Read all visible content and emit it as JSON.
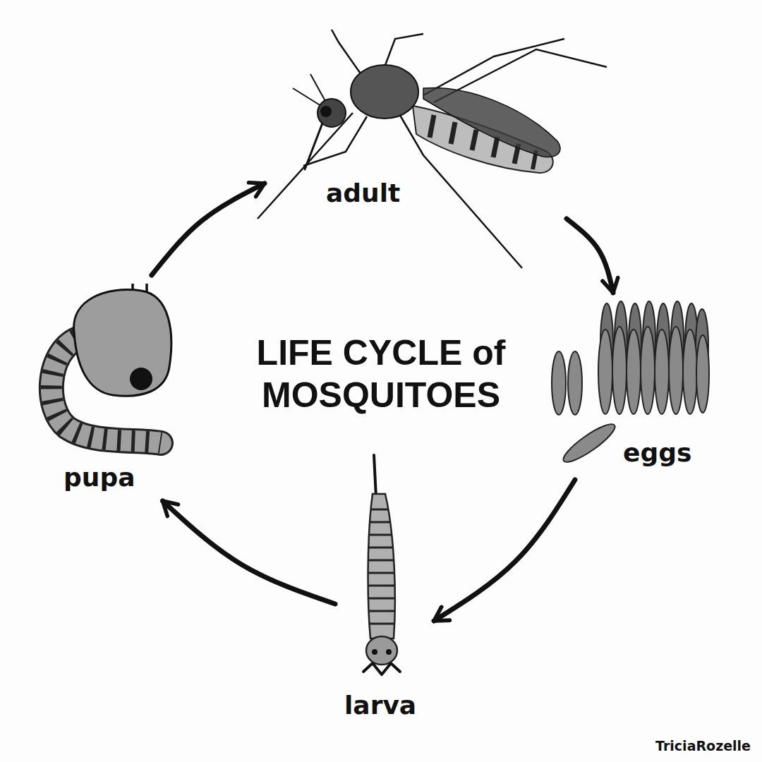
{
  "diagram": {
    "title": "LIFE CYCLE of MOSQUITOES",
    "nodes": [
      {
        "text": [
          "adult"
        ]
      },
      {
        "text": [
          "eggs"
        ]
      },
      {
        "text": [
          "larva"
        ]
      },
      {
        "text": [
          "pupa"
        ]
      }
    ],
    "edges": [
      {
        "from": 0,
        "to": 1,
        "arrow": "to"
      },
      {
        "from": 1,
        "to": 2,
        "arrow": "to"
      },
      {
        "from": 2,
        "to": 3,
        "arrow": "to"
      },
      {
        "from": 3,
        "to": 0,
        "arrow": "to"
      }
    ],
    "labels": [
      "TriciaRozelle"
    ]
  }
}
